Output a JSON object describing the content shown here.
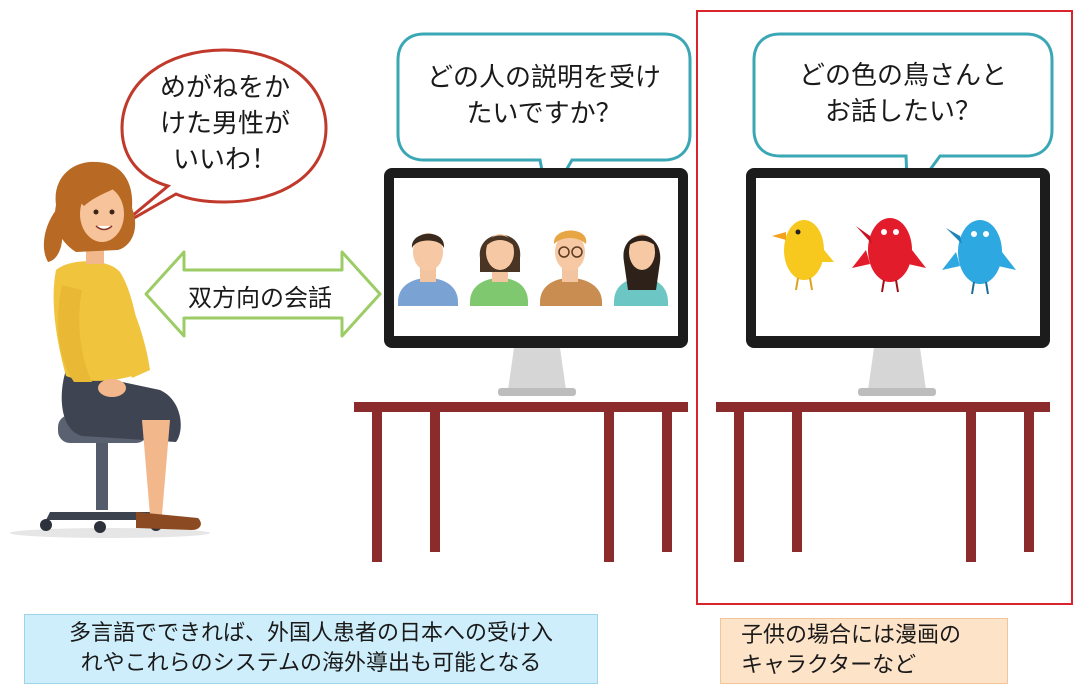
{
  "speech": {
    "woman": [
      "めがねをか",
      "けた男性が",
      "いいわ！"
    ],
    "monitor_left": [
      "どの人の説明を受け",
      "たいですか？"
    ],
    "monitor_right": [
      "どの色の鳥さんと",
      "お話したい？"
    ]
  },
  "arrow_label": "双方向の会話",
  "captions": {
    "left": [
      "多言語でできれば、外国人患者の日本への受け入",
      "れやこれらのシステムの海外導出も可能となる"
    ],
    "right": [
      "子供の場合には漫画の",
      "キャラクターなど"
    ]
  },
  "colors": {
    "bubble_red_border": "#c0392b",
    "bubble_teal_border": "#3aa7b5",
    "table": "#8b2b2b",
    "highlight_box": "#d9232d",
    "caption_blue_bg": "#cfeefb",
    "caption_orange_bg": "#fde3c8",
    "bird_colors": [
      "#f7c81e",
      "#e31c2b",
      "#2ea8e0"
    ]
  },
  "avatars": [
    "man-blue-shirt",
    "woman-green-top",
    "man-glasses",
    "woman-teal-top"
  ]
}
